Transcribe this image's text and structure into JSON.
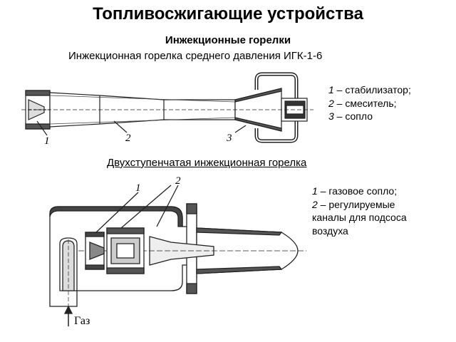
{
  "title": "Топливосжигающие устройства",
  "subtitle": "Инжекционные горелки",
  "burner1": {
    "heading": "Инжекционная горелка среднего давления ИГК-1-6",
    "legend": [
      {
        "num": "1",
        "text": " – стабилизатор;"
      },
      {
        "num": "2",
        "text": " – смеситель;"
      },
      {
        "num": "3",
        "text": " – сопло"
      }
    ],
    "callouts": [
      "1",
      "2",
      "3"
    ]
  },
  "burner2": {
    "heading": "Двухступенчатая инжекционная горелка",
    "legend": [
      {
        "num": "1",
        "text": " – газовое сопло;"
      },
      {
        "num": "2",
        "text": " – регулируемые"
      },
      {
        "num": "",
        "text": "каналы для подсоса"
      },
      {
        "num": "",
        "text": "воздуха"
      }
    ],
    "callouts": [
      "1",
      "2"
    ],
    "gas_label": "Газ"
  }
}
